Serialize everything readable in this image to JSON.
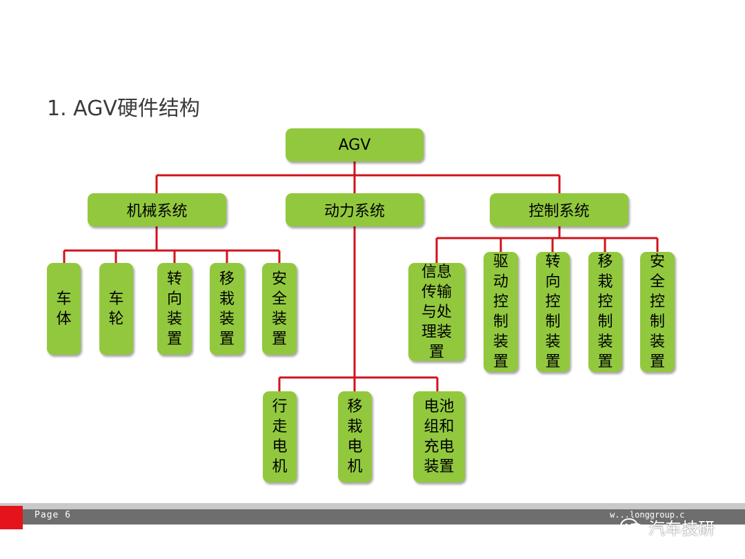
{
  "title": "1. AGV硬件结构",
  "root": "AGV",
  "level1": [
    "机械系统",
    "动力系统",
    "控制系统"
  ],
  "mechanical_children": [
    "车体",
    "车轮",
    "转向装置",
    "移栽装置",
    "安全装置"
  ],
  "power_children": [
    "行走电机",
    "移栽电机",
    "电池组和充电装置"
  ],
  "control_children": [
    "信息传输与处理装置",
    "驱动控制装置",
    "转向控制装置",
    "移栽控制装置",
    "安全控制装置"
  ],
  "footer": {
    "page": "Page 6",
    "url": "w...longgroup.c",
    "brand": "汽车技研"
  },
  "colors": {
    "box": "#92c83e",
    "line": "#d0121b",
    "accent": "#e3141b"
  }
}
